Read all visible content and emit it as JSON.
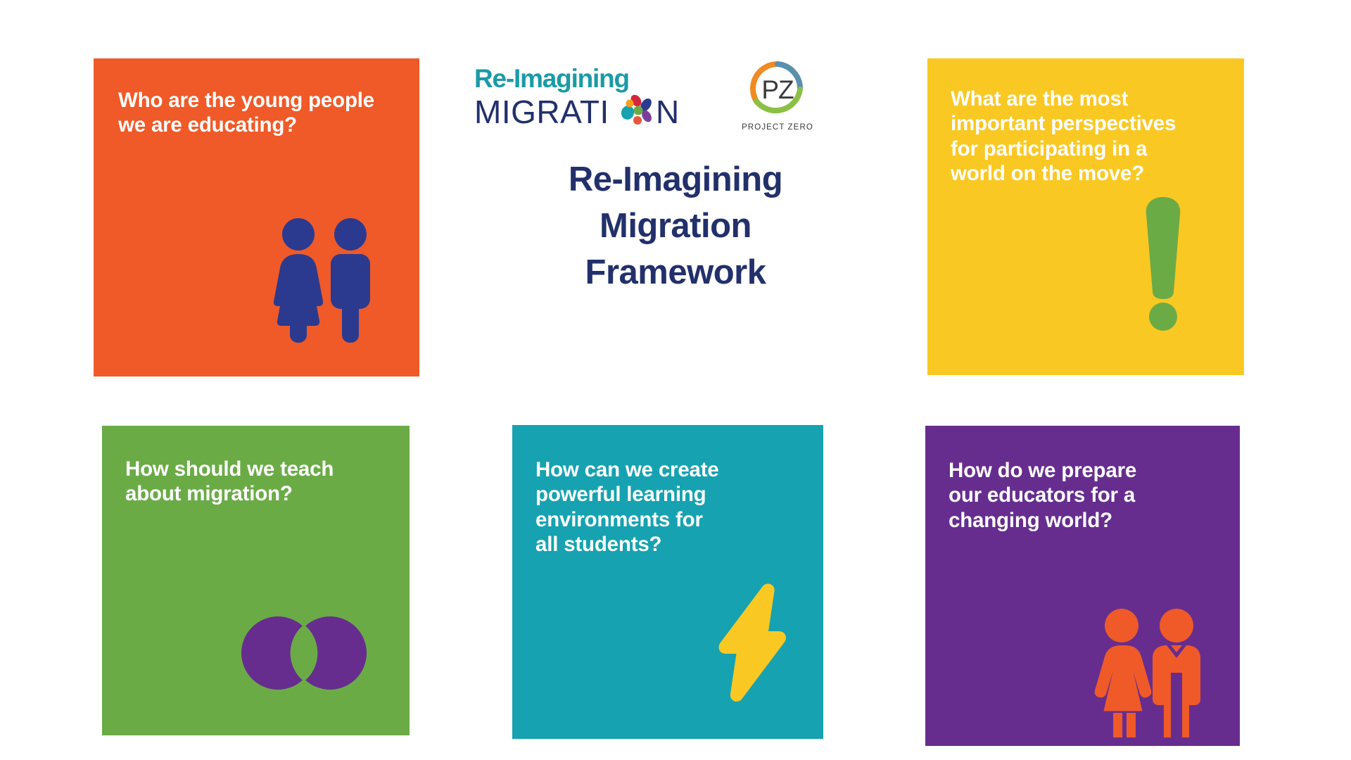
{
  "page": {
    "background": "#ffffff",
    "title": "Re-Imagining Migration Framework"
  },
  "header": {
    "framework_title": "Re-Imagining\nMigration\nFramework",
    "logo_primary": {
      "name": "re-imagining-migration-logo",
      "line1": "Re-Imagining",
      "line2_before_o": "MIGRATI",
      "line2_after_o": "N",
      "line1_color": "#1a9ba6",
      "line2_color": "#22306b",
      "petal_colors": [
        "#d4263c",
        "#2b3a8f",
        "#16a2b0",
        "#6aab46",
        "#f4a01c",
        "#7a3f9c",
        "#e8573f"
      ]
    },
    "logo_secondary": {
      "name": "project-zero-logo",
      "monogram": "PZ",
      "caption": "PROJECT ZERO",
      "ring_colors": [
        "#f08a22",
        "#5b8fae",
        "#8cc044"
      ],
      "text_color": "#3a3a3a"
    }
  },
  "cards": [
    {
      "id": "orange",
      "name": "card-who-are-young-people",
      "question": "Who are the young people\nwe are educating?",
      "background": "#ef5a28",
      "text_color": "#ffffff",
      "graphic": "two-people-icon",
      "graphic_color": "#2b3a8f"
    },
    {
      "id": "yellow",
      "name": "card-important-perspectives",
      "question": "What are the most\nimportant perspectives\nfor participating in a\nworld on the move?",
      "background": "#f9c823",
      "text_color": "#ffffff",
      "graphic": "exclamation-mark-icon",
      "graphic_color": "#6aab46"
    },
    {
      "id": "green",
      "name": "card-how-should-we-teach",
      "question": "How should we teach\nabout migration?",
      "background": "#6aab46",
      "text_color": "#ffffff",
      "graphic": "overlapping-circles-icon",
      "graphic_color": "#662d8f"
    },
    {
      "id": "teal",
      "name": "card-powerful-learning-environments",
      "question": "How can we create\npowerful learning\nenvironments for\nall students?",
      "background": "#16a2b0",
      "text_color": "#ffffff",
      "graphic": "lightning-bolt-icon",
      "graphic_color": "#f9c823"
    },
    {
      "id": "purple",
      "name": "card-prepare-educators",
      "question": "How do we prepare\nour educators for a\nchanging world?",
      "background": "#662d8f",
      "text_color": "#ffffff",
      "graphic": "two-people-icon",
      "graphic_color": "#ef5a28"
    }
  ]
}
